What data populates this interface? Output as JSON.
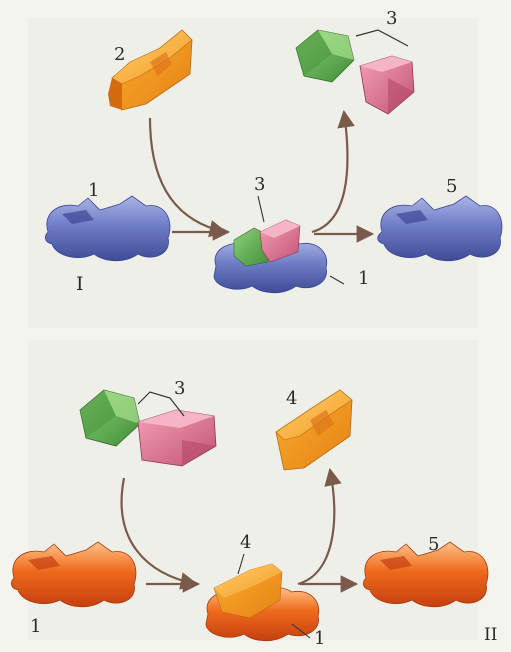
{
  "panel_I": {
    "roman": "I",
    "labels": {
      "l1": "1",
      "l2": "2",
      "l3_top": "3",
      "l3_complex": "3",
      "l1_complex": "1",
      "l5": "5"
    }
  },
  "panel_II": {
    "roman": "II",
    "labels": {
      "l3_top": "3",
      "l4_top": "4",
      "l4_complex": "4",
      "l1_left": "1",
      "l1_complex": "1",
      "l5": "5"
    }
  },
  "colors": {
    "blue": "#6f7ec7",
    "orange": "#ef6a1c",
    "yellow": "#f6a52a",
    "green": "#5aa94a",
    "pink": "#d86a86",
    "arrow": "#7a5a4a"
  }
}
